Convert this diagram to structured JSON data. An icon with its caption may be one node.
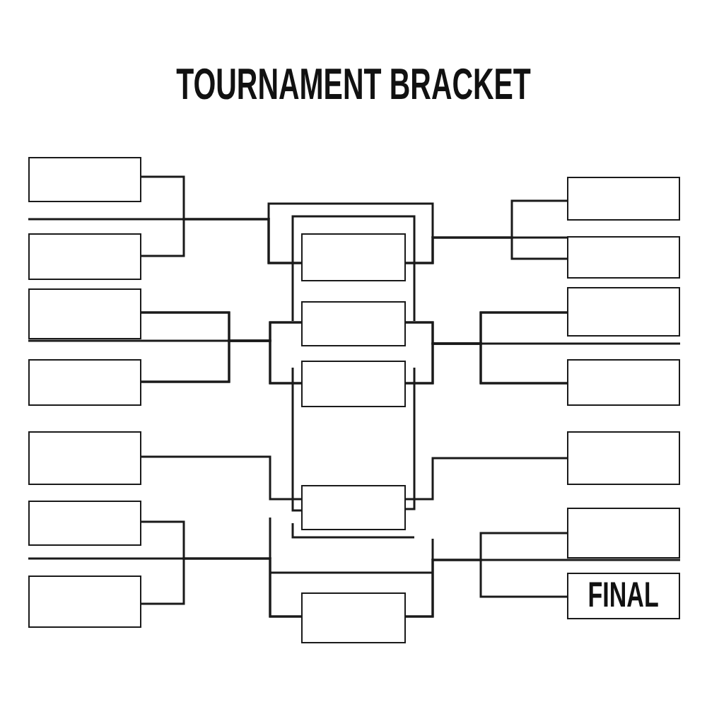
{
  "diagram": {
    "title": "TOURNAMENT BRACKET",
    "nodes": [
      {
        "text": [],
        "shape": "box"
      },
      {
        "text": [],
        "shape": "box"
      },
      {
        "text": [],
        "shape": "box"
      },
      {
        "text": [],
        "shape": "box"
      },
      {
        "text": [],
        "shape": "box"
      },
      {
        "text": [],
        "shape": "box"
      },
      {
        "text": [],
        "shape": "box"
      },
      {
        "text": [],
        "shape": "box"
      },
      {
        "text": [],
        "shape": "box"
      },
      {
        "text": [],
        "shape": "box"
      },
      {
        "text": [],
        "shape": "box"
      },
      {
        "text": [],
        "shape": "box"
      },
      {
        "text": [],
        "shape": "box"
      },
      {
        "text": [],
        "shape": "box"
      },
      {
        "text": [],
        "shape": "box"
      },
      {
        "text": [],
        "shape": "box"
      },
      {
        "text": [],
        "shape": "box"
      },
      {
        "text": [],
        "shape": "box"
      },
      {
        "text": [
          "FINAL"
        ]
      }
    ],
    "edges": [
      {
        "from": 0,
        "to": 7,
        "arrow": "none"
      },
      {
        "from": 1,
        "to": 7,
        "arrow": "none"
      },
      {
        "from": 2,
        "to": 8,
        "arrow": "none"
      },
      {
        "from": 2,
        "to": 9,
        "arrow": "none"
      },
      {
        "from": 3,
        "to": 8,
        "arrow": "none"
      },
      {
        "from": 3,
        "to": 9,
        "arrow": "none"
      },
      {
        "from": 4,
        "to": 10,
        "arrow": "none"
      },
      {
        "from": 5,
        "to": 11,
        "arrow": "none"
      },
      {
        "from": 6,
        "to": 11,
        "arrow": "none"
      },
      {
        "from": 12,
        "to": 7,
        "arrow": "none"
      },
      {
        "from": 13,
        "to": 7,
        "arrow": "none"
      },
      {
        "from": 14,
        "to": 8,
        "arrow": "none"
      },
      {
        "from": 14,
        "to": 9,
        "arrow": "none"
      },
      {
        "from": 15,
        "to": 8,
        "arrow": "none"
      },
      {
        "from": 15,
        "to": 9,
        "arrow": "none"
      },
      {
        "from": 16,
        "to": 10,
        "arrow": "none"
      },
      {
        "from": 17,
        "to": 11,
        "arrow": "none"
      },
      {
        "from": 18,
        "to": 11,
        "arrow": "none"
      }
    ]
  }
}
